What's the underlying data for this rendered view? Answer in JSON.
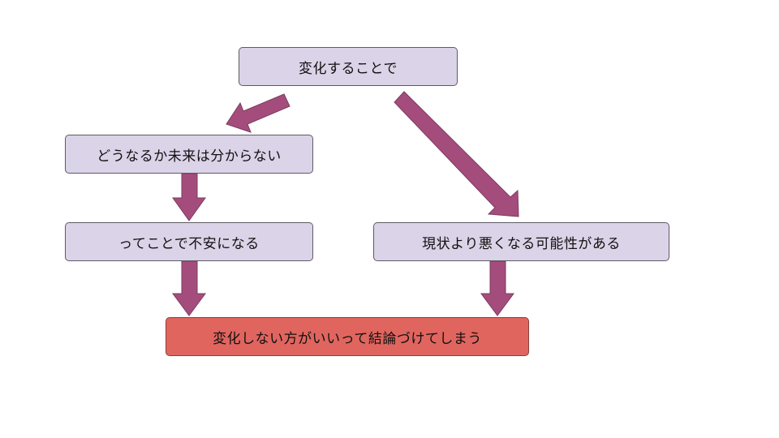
{
  "nodes": {
    "top": "変化することで",
    "left1": "どうなるか未来は分からない",
    "left2": "ってことで不安になる",
    "right": "現状より悪くなる可能性がある",
    "bottom": "変化しない方がいいって結論づけてしまう"
  },
  "colors": {
    "node_fill": "#dbd3e8",
    "result_fill": "#e0655f",
    "arrow_fill": "#a44d7c"
  }
}
